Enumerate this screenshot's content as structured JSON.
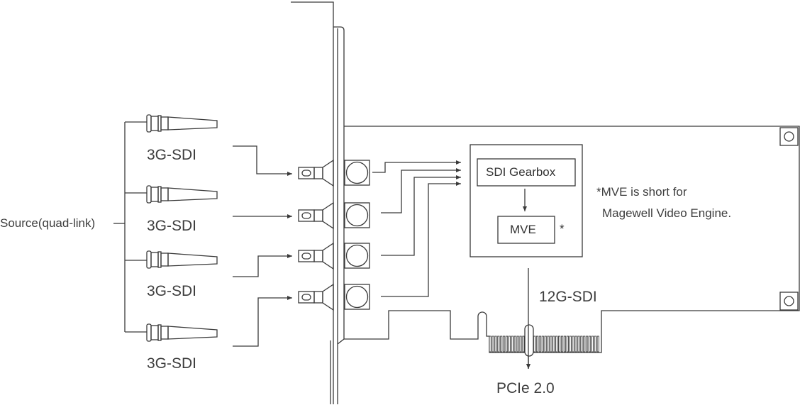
{
  "source_label": "Source(quad-link)",
  "sdi_inputs": [
    {
      "label": "3G-SDI"
    },
    {
      "label": "3G-SDI"
    },
    {
      "label": "3G-SDI"
    },
    {
      "label": "3G-SDI"
    }
  ],
  "blocks": {
    "gearbox": "SDI Gearbox",
    "mve": "MVE",
    "mve_asterisk": "*"
  },
  "note": {
    "line1": "*MVE is short for",
    "line2": "Magewell Video Engine."
  },
  "output_label": "12G-SDI",
  "bus_label": "PCIe 2.0",
  "colors": {
    "stroke": "#3a3a3a",
    "text": "#3d3d3d",
    "card_fill": "#ffffff",
    "pin_fill": "#ffffff"
  }
}
